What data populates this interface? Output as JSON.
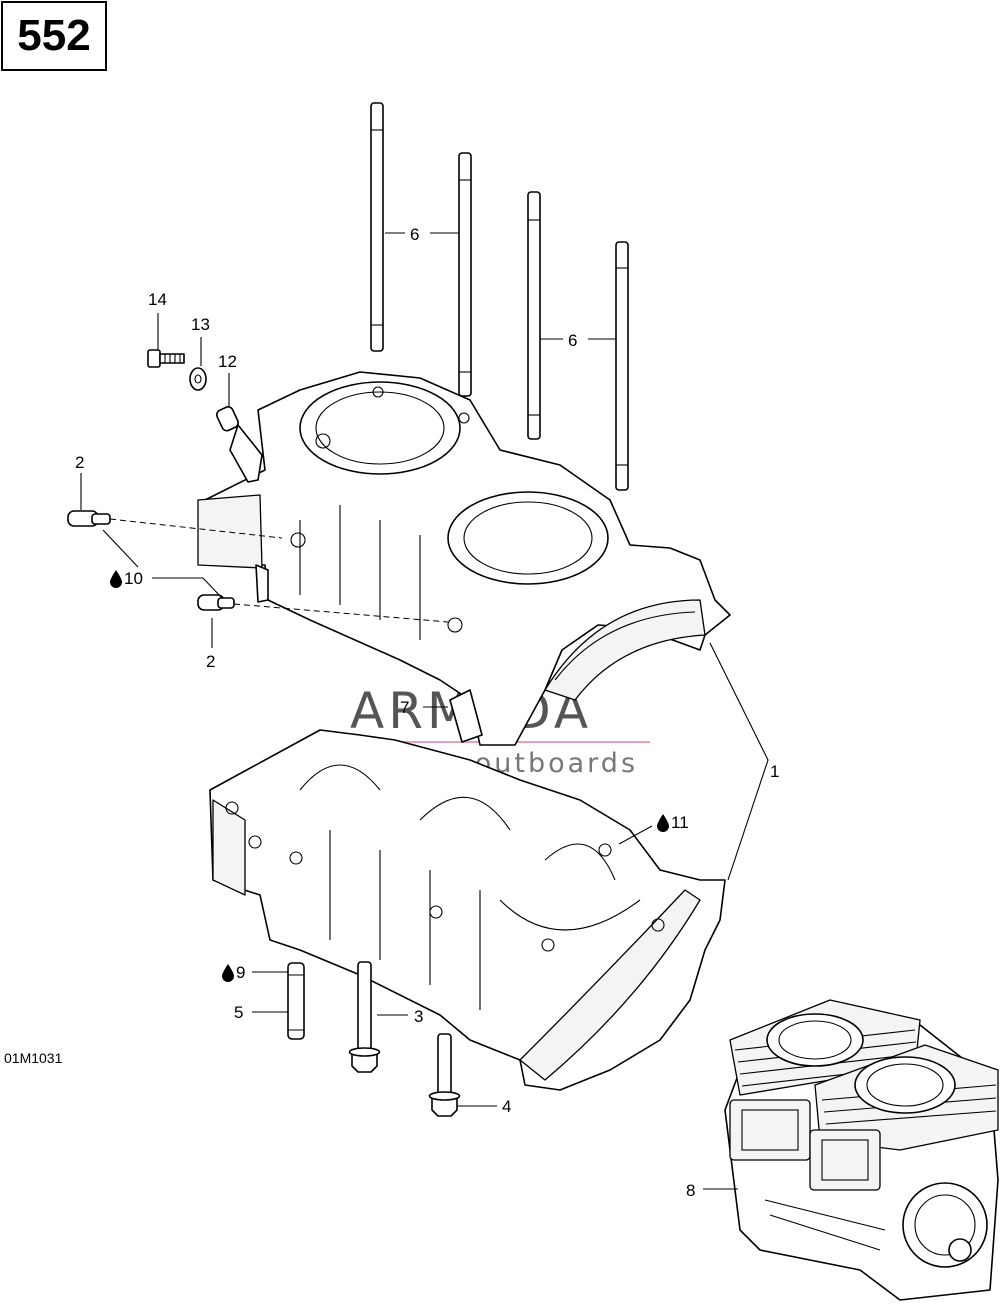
{
  "page_number": "552",
  "reference_code": "01M1031",
  "watermark": {
    "title": "ARMADA",
    "subtitle": "marine outboards",
    "accent_color": "#e88fb4"
  },
  "callouts": {
    "c1": "1",
    "c2a": "2",
    "c2b": "2",
    "c3": "3",
    "c4": "4",
    "c5": "5",
    "c6a": "6",
    "c6b": "6",
    "c7": "7",
    "c8": "8",
    "c9": "9",
    "c10": "10",
    "c11": "11",
    "c12": "12",
    "c13": "13",
    "c14": "14"
  },
  "icons": {
    "oil_drop": "oil-drop-icon"
  }
}
